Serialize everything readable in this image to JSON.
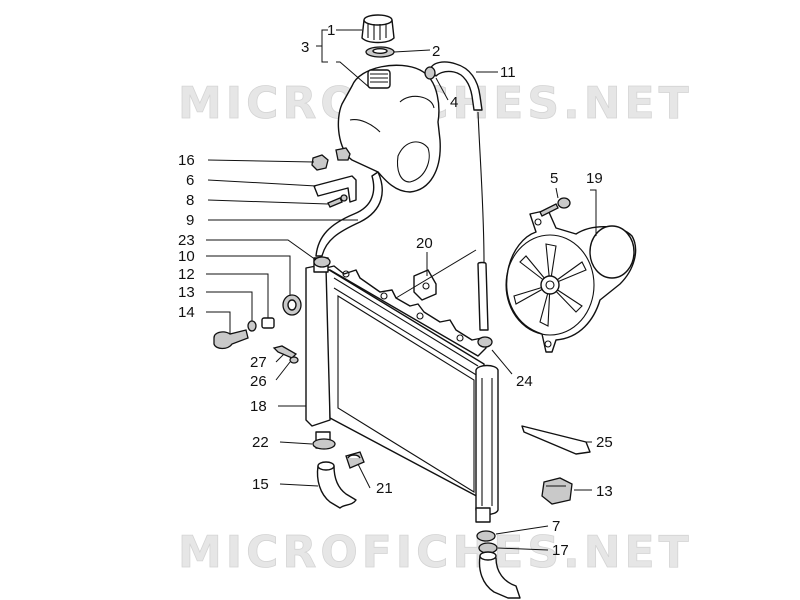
{
  "watermarks": [
    "MICROFICHES.NET",
    "MICROFICHES.NET"
  ],
  "labels": [
    "1",
    "2",
    "3",
    "4",
    "5",
    "6",
    "7",
    "8",
    "9",
    "10",
    "11",
    "12",
    "13",
    "14",
    "15",
    "16",
    "17",
    "18",
    "19",
    "20",
    "21",
    "22",
    "23",
    "24",
    "25",
    "26",
    "27",
    "13"
  ]
}
